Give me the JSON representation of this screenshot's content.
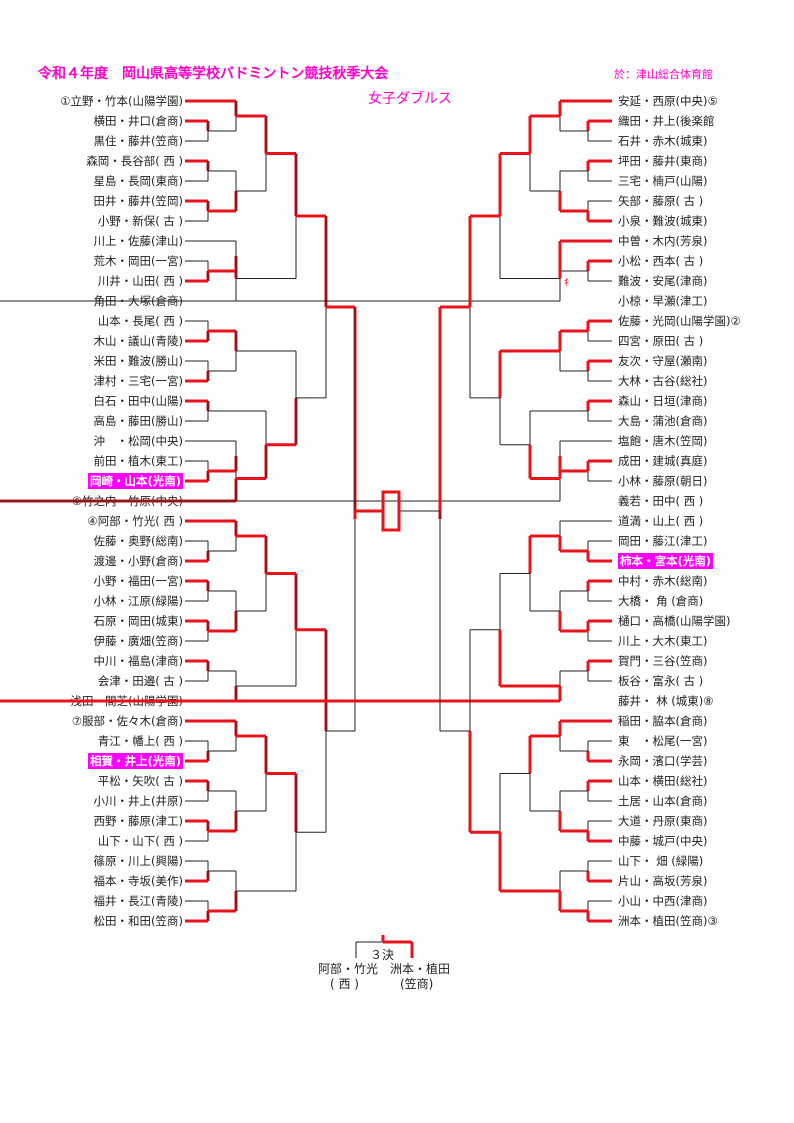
{
  "header": {
    "title": "令和４年度　岡山県高等学校バドミントン競技秋季大会",
    "venue": "於：津山総合体育館",
    "event": "女子ダブルス"
  },
  "left_entries": [
    {
      "text": "①立野・竹本(山陽学園)",
      "hl": false
    },
    {
      "text": "横田・井口(倉商)",
      "hl": false
    },
    {
      "text": "黒住・藤井(笠商)",
      "hl": false
    },
    {
      "text": "森岡・長谷部( 西 )",
      "hl": false
    },
    {
      "text": "星島・長岡(東商)",
      "hl": false
    },
    {
      "text": "田井・藤井(笠岡)",
      "hl": false
    },
    {
      "text": "小野・新保( 古 )",
      "hl": false
    },
    {
      "text": "川上・佐藤(津山)",
      "hl": false
    },
    {
      "text": "荒木・岡田(一宮)",
      "hl": false
    },
    {
      "text": "川井・山田( 西 )",
      "hl": false
    },
    {
      "text": "角田・大塚(倉商)",
      "hl": false
    },
    {
      "text": "山本・長尾( 西 )",
      "hl": false
    },
    {
      "text": "木山・議山(青陵)",
      "hl": false
    },
    {
      "text": "米田・難波(勝山)",
      "hl": false
    },
    {
      "text": "津村・三宅(一宮)",
      "hl": false
    },
    {
      "text": "白石・田中(山陽)",
      "hl": false
    },
    {
      "text": "高島・藤田(勝山)",
      "hl": false
    },
    {
      "text": "沖　・松岡(中央)",
      "hl": false
    },
    {
      "text": "前田・植木(東工)",
      "hl": false
    },
    {
      "text": "岡崎・山本(光南)",
      "hl": true
    },
    {
      "text": "⑥竹之内・竹原(中央)",
      "hl": false
    },
    {
      "text": "④阿部・竹光( 西 )",
      "hl": false
    },
    {
      "text": "佐藤・奥野(総南)",
      "hl": false
    },
    {
      "text": "渡邊・小野(倉商)",
      "hl": false
    },
    {
      "text": "小野・福田(一宮)",
      "hl": false
    },
    {
      "text": "小林・江原(緑陽)",
      "hl": false
    },
    {
      "text": "石原・岡田(城東)",
      "hl": false
    },
    {
      "text": "伊藤・廣畑(笠商)",
      "hl": false
    },
    {
      "text": "中川・福島(津商)",
      "hl": false
    },
    {
      "text": "会津・田邉( 古 )",
      "hl": false
    },
    {
      "text": "浅田・間芝(山陽学園)",
      "hl": false
    },
    {
      "text": "⑦服部・佐々木(倉商)",
      "hl": false
    },
    {
      "text": "青江・幡上( 西 )",
      "hl": false
    },
    {
      "text": "相賀・井上(光南)",
      "hl": true
    },
    {
      "text": "平松・矢吹( 古 )",
      "hl": false
    },
    {
      "text": "小川・井上(井原)",
      "hl": false
    },
    {
      "text": "西野・藤原(津工)",
      "hl": false
    },
    {
      "text": "山下・山下( 西 )",
      "hl": false
    },
    {
      "text": "篠原・川上(興陽)",
      "hl": false
    },
    {
      "text": "福本・寺坂(美作)",
      "hl": false
    },
    {
      "text": "福井・長江(青陵)",
      "hl": false
    },
    {
      "text": "松田・和田(笠商)",
      "hl": false
    }
  ],
  "right_entries": [
    {
      "text": "安延・西原(中央)⑤",
      "hl": false
    },
    {
      "text": "織田・井上(後楽館",
      "hl": false
    },
    {
      "text": "石井・赤木(城東)",
      "hl": false
    },
    {
      "text": "坪田・藤井(東商)",
      "hl": false
    },
    {
      "text": "三宅・楠戸(山陽)",
      "hl": false
    },
    {
      "text": "矢部・藤原( 古 )",
      "hl": false
    },
    {
      "text": "小泉・難波(城東)",
      "hl": false
    },
    {
      "text": "中曽・木内(芳泉)",
      "hl": false
    },
    {
      "text": "小松・西本( 古 )",
      "hl": false
    },
    {
      "text": "難波・安尾(津商)",
      "hl": false
    },
    {
      "text": "小椋・早瀬(津工)",
      "hl": false
    },
    {
      "text": "佐藤・光岡(山陽学園)②",
      "hl": false
    },
    {
      "text": "四宮・原田( 古 )",
      "hl": false
    },
    {
      "text": "友次・守屋(瀬南)",
      "hl": false
    },
    {
      "text": "大林・古谷(総社)",
      "hl": false
    },
    {
      "text": "森山・日垣(津商)",
      "hl": false
    },
    {
      "text": "大島・蒲池(倉商)",
      "hl": false
    },
    {
      "text": "塩飽・唐木(笠岡)",
      "hl": false
    },
    {
      "text": "成田・建城(真庭)",
      "hl": false
    },
    {
      "text": "小林・藤原(朝日)",
      "hl": false
    },
    {
      "text": "義若・田中( 西 )",
      "hl": false
    },
    {
      "text": "道満・山上( 西 )",
      "hl": false
    },
    {
      "text": "岡田・藤江(津工)",
      "hl": false
    },
    {
      "text": "柿本・宮本(光南)",
      "hl": true
    },
    {
      "text": "中村・赤木(総南)",
      "hl": false
    },
    {
      "text": "大橋・ 角 (倉商)",
      "hl": false
    },
    {
      "text": "樋口・高橋(山陽学園)",
      "hl": false
    },
    {
      "text": "川上・大木(東工)",
      "hl": false
    },
    {
      "text": "賀門・三谷(笠商)",
      "hl": false
    },
    {
      "text": "板谷・富永( 古 )",
      "hl": false
    },
    {
      "text": "藤井・ 林 (城東)⑧",
      "hl": false
    },
    {
      "text": "稲田・脇本(倉商)",
      "hl": false
    },
    {
      "text": "東　・松尾(一宮)",
      "hl": false
    },
    {
      "text": "永岡・濱口(学芸)",
      "hl": false
    },
    {
      "text": "山本・横田(総社)",
      "hl": false
    },
    {
      "text": "土居・山本(倉商)",
      "hl": false
    },
    {
      "text": "大道・丹原(東商)",
      "hl": false
    },
    {
      "text": "中藤・城戸(中央)",
      "hl": false
    },
    {
      "text": "山下・ 畑 (緑陽)",
      "hl": false
    },
    {
      "text": "片山・高坂(芳泉)",
      "hl": false
    },
    {
      "text": "小山・中西(津商)",
      "hl": false
    },
    {
      "text": "洲本・植田(笠商)③",
      "hl": false
    }
  ],
  "kiken_mark": "ｷ",
  "third_place": {
    "label": "３決",
    "left_names": "阿部・竹光",
    "left_school": "( 西 )",
    "right_names": "洲本・植田",
    "right_school": "(笠商)"
  },
  "colors": {
    "accent": "#ff00cc",
    "winner_line": "#e8141c",
    "line": "#222222",
    "highlight": "#ff00ff"
  }
}
